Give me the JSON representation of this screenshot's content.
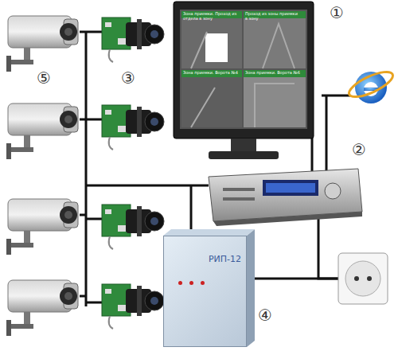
{
  "diagram": {
    "nodes": [
      {
        "text": [
          "РИП-12"
        ]
      }
    ],
    "labels": [
      "①",
      "Зона приемки. Проход из отдела в зону",
      "Проход из зоны приемки в зону",
      "Зона приемки. Ворота №4",
      "Зона приемки. Ворота №6",
      "②",
      "③",
      "④",
      "⑤"
    ]
  }
}
